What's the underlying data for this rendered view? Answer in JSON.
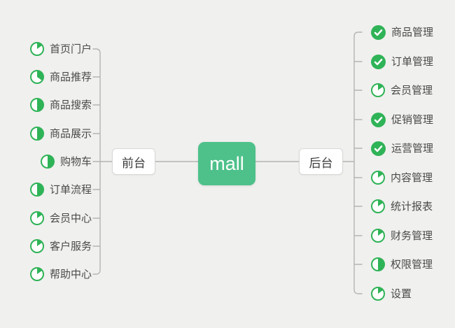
{
  "root": {
    "label": "mall"
  },
  "branches": [
    {
      "label": "前台",
      "side": "left",
      "items": [
        {
          "label": "首页门户",
          "progress": 0.15
        },
        {
          "label": "商品推荐",
          "progress": 0.35
        },
        {
          "label": "商品搜索",
          "progress": 0.5
        },
        {
          "label": "商品展示",
          "progress": 0.5
        },
        {
          "label": "购物车",
          "progress": 0.5
        },
        {
          "label": "订单流程",
          "progress": 0.5
        },
        {
          "label": "会员中心",
          "progress": 0.15
        },
        {
          "label": "客户服务",
          "progress": 0.15
        },
        {
          "label": "帮助中心",
          "progress": 0.15
        }
      ]
    },
    {
      "label": "后台",
      "side": "right",
      "items": [
        {
          "label": "商品管理",
          "progress": "check"
        },
        {
          "label": "订单管理",
          "progress": "check"
        },
        {
          "label": "会员管理",
          "progress": 0.15
        },
        {
          "label": "促销管理",
          "progress": "check"
        },
        {
          "label": "运营管理",
          "progress": "check"
        },
        {
          "label": "内容管理",
          "progress": 0.15
        },
        {
          "label": "统计报表",
          "progress": 0.15
        },
        {
          "label": "财务管理",
          "progress": 0.15
        },
        {
          "label": "权限管理",
          "progress": 0.5
        },
        {
          "label": "设置",
          "progress": 0.15
        }
      ]
    }
  ],
  "colors": {
    "background": "#f0f0ee",
    "root_node_green": "#4ec18a",
    "icon_green": "#2fb357",
    "connector_gray": "#b4b4b4",
    "leaf_text": "#4a4a4a"
  }
}
